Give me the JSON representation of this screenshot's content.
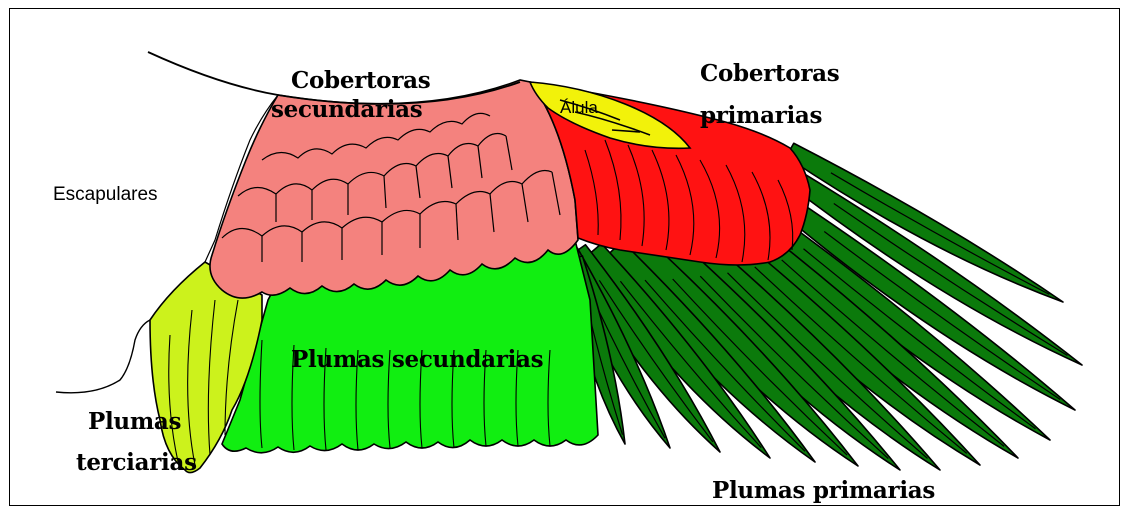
{
  "labels": {
    "escapulares": "Escapulares",
    "cobertoras_secundarias_1": "Cobertoras",
    "cobertoras_secundarias_2": "secundarias",
    "cobertoras_primarias_1": "Cobertoras",
    "cobertoras_primarias_2": "primarias",
    "alula": "Álula",
    "plumas_secundarias": "Plumas secundarias",
    "plumas_terciarias_1": "Plumas",
    "plumas_terciarias_2": "terciarias",
    "plumas_primarias": "Plumas primarias"
  },
  "colors": {
    "primary_feathers": "#0b7a0b",
    "secondary_feathers": "#11ee11",
    "tertiary_feathers": "#ccf21c",
    "secondary_coverts": "#f4827e",
    "primary_coverts": "#ff1212",
    "alula": "#f2f20a",
    "outline": "#000000"
  }
}
